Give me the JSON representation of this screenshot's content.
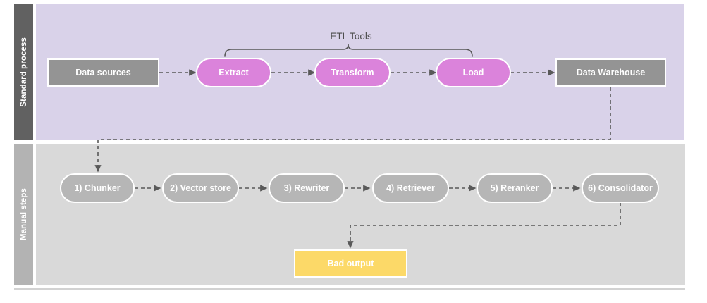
{
  "diagram": {
    "title": "ETL standard process and manual RAG steps",
    "colors": {
      "lane_standard_label_bg": "#616161",
      "lane_standard_bg": "#d9d2e9",
      "lane_manual_label_bg": "#b3b3b3",
      "lane_manual_bg": "#d9d9d9",
      "grey_box": "#949494",
      "magenta_pill": "#db83db",
      "grey_pill": "#b6b6b6",
      "yellow_box": "#fcd968",
      "connector": "#595959",
      "node_text": "#ffffff",
      "bracket_text": "#4d4d4d"
    },
    "lanes": [
      {
        "id": "standard",
        "label": "Standard process"
      },
      {
        "id": "manual",
        "label": "Manual steps"
      }
    ],
    "bracket": {
      "label": "ETL Tools"
    },
    "standard_nodes": [
      {
        "id": "data-sources",
        "label": "Data sources",
        "shape": "rect",
        "style": "grey-box"
      },
      {
        "id": "extract",
        "label": "Extract",
        "shape": "pill",
        "style": "magenta"
      },
      {
        "id": "transform",
        "label": "Transform",
        "shape": "pill",
        "style": "magenta"
      },
      {
        "id": "load",
        "label": "Load",
        "shape": "pill",
        "style": "magenta"
      },
      {
        "id": "data-warehouse",
        "label": "Data Warehouse",
        "shape": "rect",
        "style": "grey-box"
      }
    ],
    "manual_nodes": [
      {
        "id": "chunker",
        "label": "1) Chunker",
        "shape": "pill",
        "style": "grey-pill"
      },
      {
        "id": "vector-store",
        "label": "2) Vector store",
        "shape": "pill",
        "style": "grey-pill"
      },
      {
        "id": "rewriter",
        "label": "3) Rewriter",
        "shape": "pill",
        "style": "grey-pill"
      },
      {
        "id": "retriever",
        "label": "4) Retriever",
        "shape": "pill",
        "style": "grey-pill"
      },
      {
        "id": "reranker",
        "label": "5) Reranker",
        "shape": "pill",
        "style": "grey-pill"
      },
      {
        "id": "consolidator",
        "label": "6) Consolidator",
        "shape": "pill",
        "style": "grey-pill"
      }
    ],
    "output_node": {
      "id": "bad-output",
      "label": "Bad output",
      "shape": "rect",
      "style": "yellow"
    }
  }
}
